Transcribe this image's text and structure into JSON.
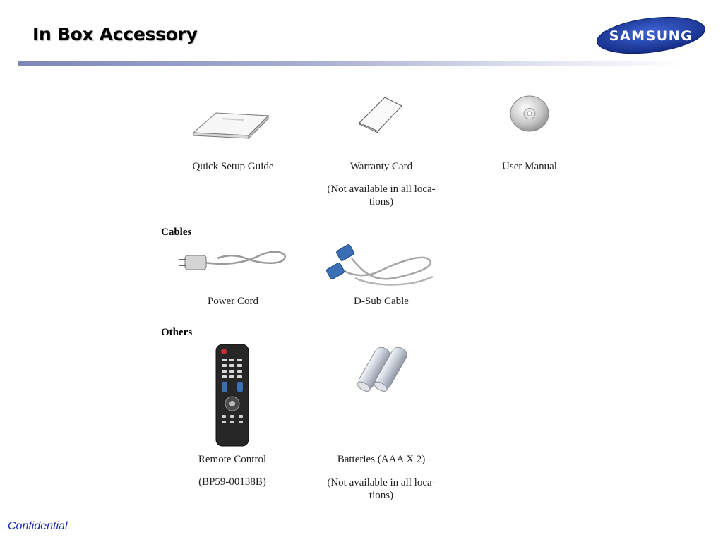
{
  "slide": {
    "title": "In Box Accessory",
    "logo_text": "SAMSUNG",
    "footer": "Confidential"
  },
  "items": {
    "quick_setup_guide": {
      "label": "Quick Setup Guide"
    },
    "warranty_card": {
      "label": "Warranty Card",
      "note": "(Not available in all loca- tions)"
    },
    "user_manual": {
      "label": "User Manual"
    },
    "power_cord": {
      "label": "Power Cord"
    },
    "dsub_cable": {
      "label": "D-Sub Cable"
    },
    "remote_control": {
      "label": "Remote Control",
      "note": "(BP59-00138B)"
    },
    "batteries": {
      "label": "Batteries (AAA X 2)",
      "note": "(Not available in all loca- tions)"
    }
  },
  "sections": {
    "cables": "Cables",
    "others": "Others"
  },
  "colors": {
    "title_bar": "#7e86b8",
    "logo_blue": "#1c3a9e",
    "footer_text": "#1a2aa8"
  }
}
